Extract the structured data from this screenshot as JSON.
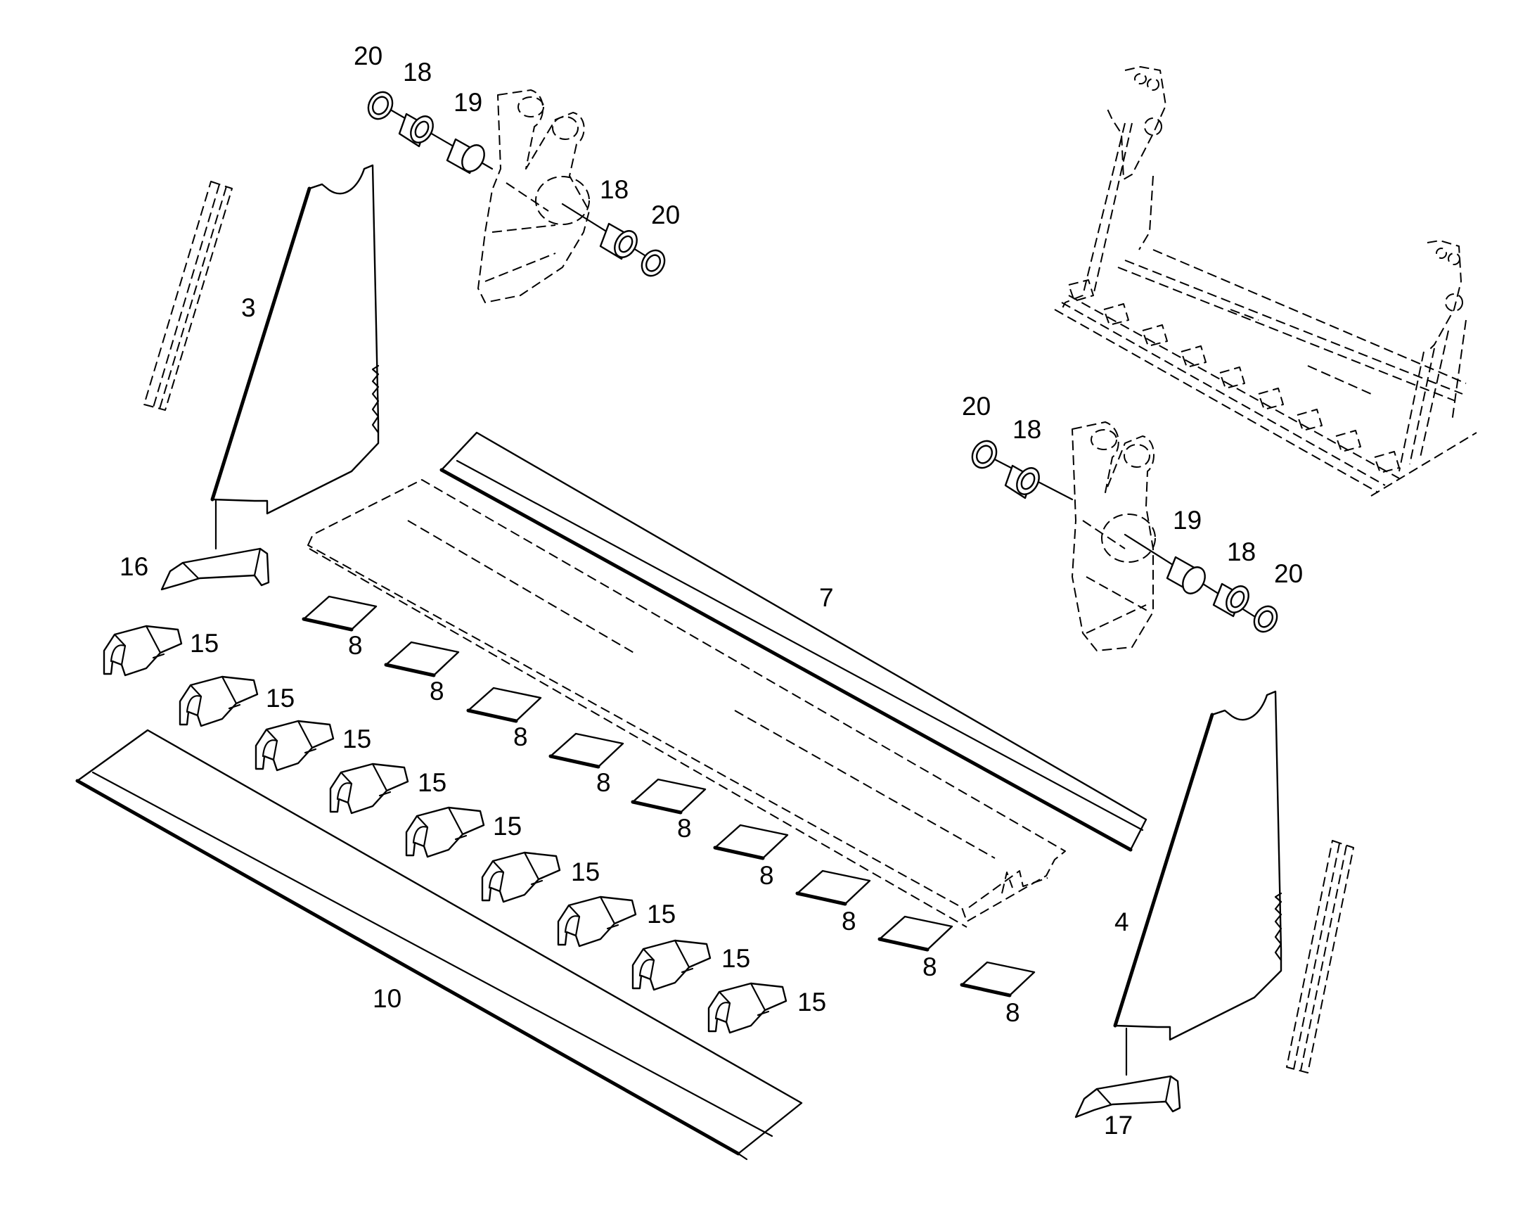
{
  "callouts": [
    {
      "id": "c20a",
      "text": "20"
    },
    {
      "id": "c18a",
      "text": "18"
    },
    {
      "id": "c19a",
      "text": "19"
    },
    {
      "id": "c18b",
      "text": "18"
    },
    {
      "id": "c20b",
      "text": "20"
    },
    {
      "id": "c3",
      "text": "3"
    },
    {
      "id": "c16",
      "text": "16"
    },
    {
      "id": "c20c",
      "text": "20"
    },
    {
      "id": "c18c",
      "text": "18"
    },
    {
      "id": "c19b",
      "text": "19"
    },
    {
      "id": "c18d",
      "text": "18"
    },
    {
      "id": "c20d",
      "text": "20"
    },
    {
      "id": "c7",
      "text": "7"
    },
    {
      "id": "c15a",
      "text": "15"
    },
    {
      "id": "c15b",
      "text": "15"
    },
    {
      "id": "c15c",
      "text": "15"
    },
    {
      "id": "c15d",
      "text": "15"
    },
    {
      "id": "c15e",
      "text": "15"
    },
    {
      "id": "c15f",
      "text": "15"
    },
    {
      "id": "c15g",
      "text": "15"
    },
    {
      "id": "c15h",
      "text": "15"
    },
    {
      "id": "c15i",
      "text": "15"
    },
    {
      "id": "c8a",
      "text": "8"
    },
    {
      "id": "c8b",
      "text": "8"
    },
    {
      "id": "c8c",
      "text": "8"
    },
    {
      "id": "c8d",
      "text": "8"
    },
    {
      "id": "c8e",
      "text": "8"
    },
    {
      "id": "c8f",
      "text": "8"
    },
    {
      "id": "c8g",
      "text": "8"
    },
    {
      "id": "c8h",
      "text": "8"
    },
    {
      "id": "c8i",
      "text": "8"
    },
    {
      "id": "c10",
      "text": "10"
    },
    {
      "id": "c4",
      "text": "4"
    },
    {
      "id": "c17",
      "text": "17"
    }
  ]
}
